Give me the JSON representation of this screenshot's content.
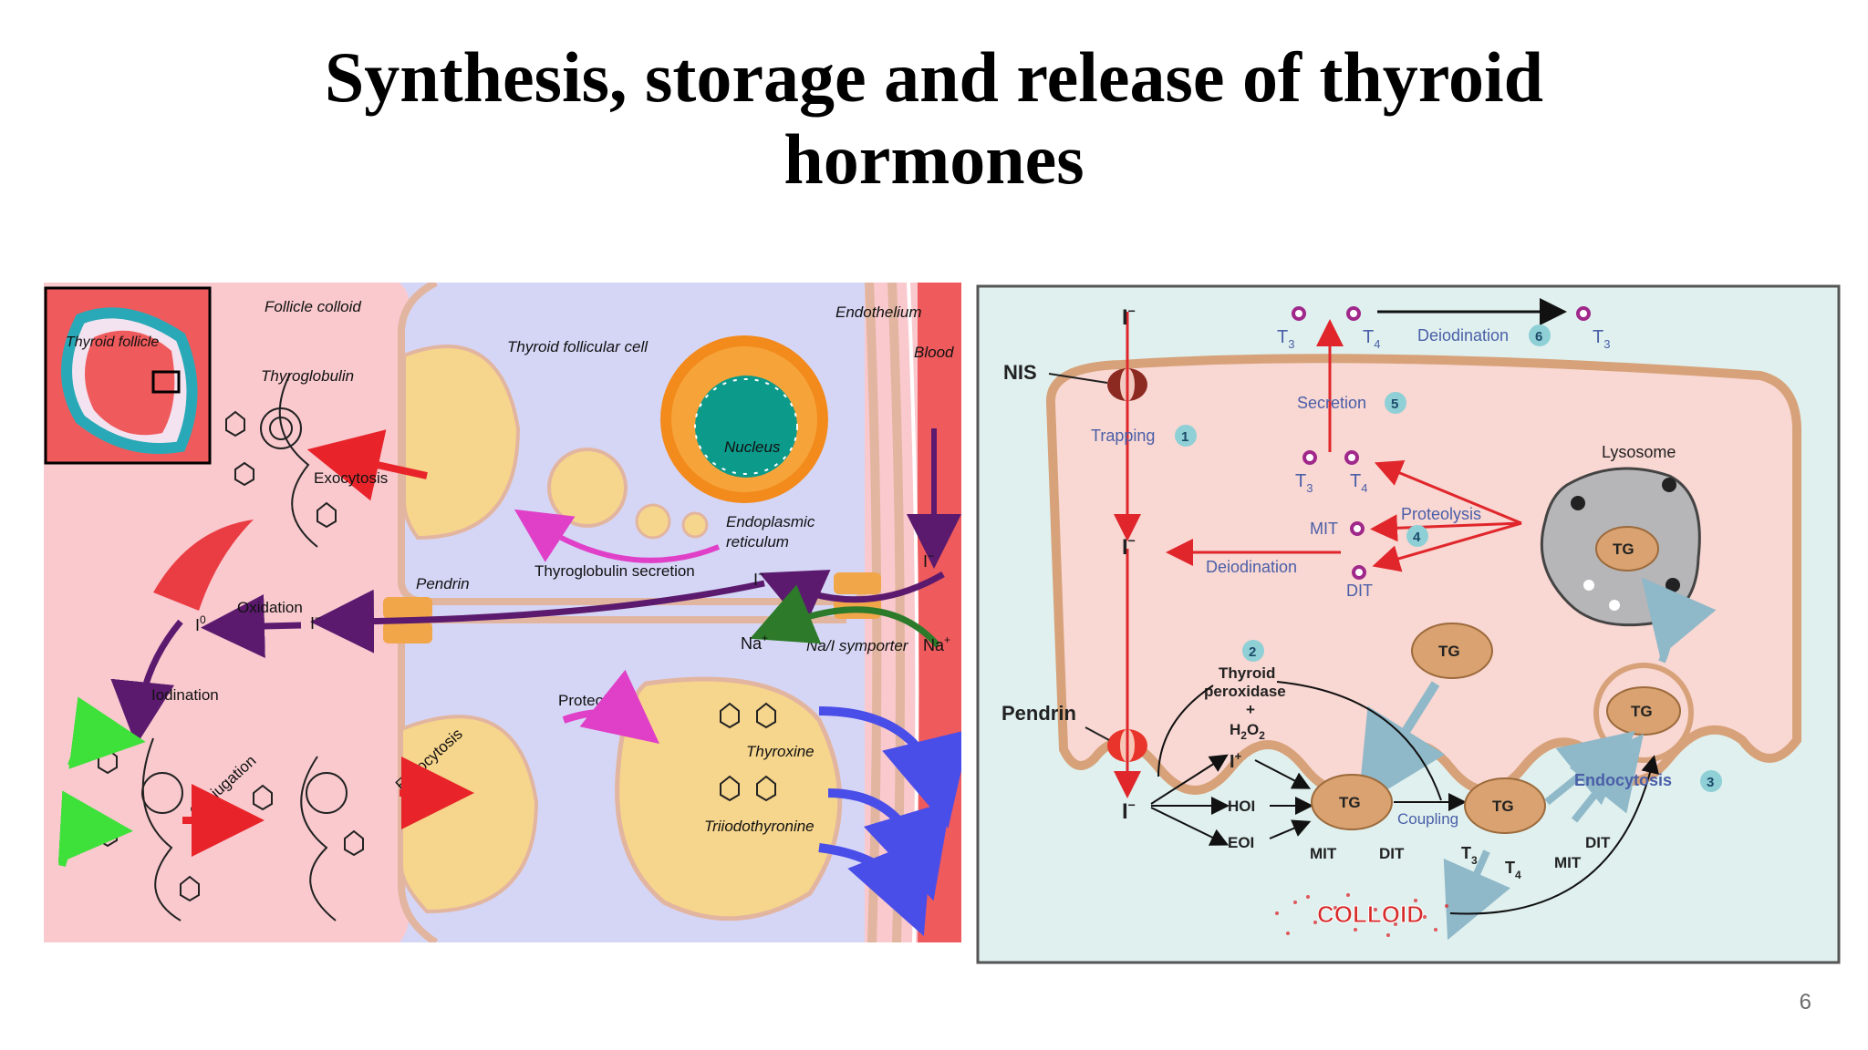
{
  "slide": {
    "title_line1": "Synthesis, storage and release of thyroid",
    "title_line2": "hormones",
    "page_number": "6"
  },
  "left_diagram": {
    "labels": {
      "follicle_colloid": "Follicle colloid",
      "thyroid_follicle": "Thyroid follicle",
      "thyroglobulin": "Thyroglobulin",
      "thyroid_follicular_cell": "Thyroid follicular cell",
      "endothelium": "Endothelium",
      "blood": "Blood",
      "exocytosis": "Exocytosis",
      "nucleus": "Nucleus",
      "endoplasmic_reticulum_1": "Endoplasmic",
      "endoplasmic_reticulum_2": "reticulum",
      "thyroglobulin_secretion": "Thyroglobulin secretion",
      "pendrin": "Pendrin",
      "oxidation": "Oxidation",
      "iodine_atom": "I",
      "iodine_atom_sup": "0",
      "iodide_colloid": "I",
      "iodide_colloid_sup": "−",
      "iodide_cell": "I",
      "iodide_cell_sup": "−",
      "iodide_blood": "I",
      "iodide_blood_sup": "−",
      "sodium_cell": "Na",
      "sodium_cell_sup": "+",
      "sodium_blood": "Na",
      "sodium_blood_sup": "+",
      "nai_symporter": "Na/I symporter",
      "iodination": "Iodination",
      "conjugation": "Conjugation",
      "endocytosis": "Endocytosis",
      "proteolysis": "Proteolysis",
      "thyroxine": "Thyroxine",
      "triiodothyronine": "Triiodothyronine"
    },
    "colors": {
      "colloid": "#f9c9ce",
      "cytoplasm": "#d5d6f6",
      "blood": "#ef5a5c",
      "vesicle": "#f6d58c",
      "membrane": "#e2b5a0"
    }
  },
  "right_diagram": {
    "labels": {
      "iodide_top": "I",
      "iodide_top_sup": "−",
      "iodide_mid": "I",
      "iodide_mid_sup": "−",
      "iodide_bottom": "I",
      "iodide_bottom_sup": "−",
      "nis": "NIS",
      "pendrin": "Pendrin",
      "trapping": "Trapping",
      "step_1": "1",
      "t3_top": "T",
      "t3_top_sub": "3",
      "t4_top": "T",
      "t4_top_sub": "4",
      "deiodination_top": "Deiodination",
      "step_6": "6",
      "t3_right": "T",
      "t3_right_sub": "3",
      "secretion": "Secretion",
      "step_5": "5",
      "t3_mid": "T",
      "t3_mid_sub": "3",
      "t4_mid": "T",
      "t4_mid_sub": "4",
      "lysosome": "Lysosome",
      "mit_mid": "MIT",
      "dit_mid": "DIT",
      "proteolysis": "Proteolysis",
      "step_4": "4",
      "deiodination_mid": "Deiodination",
      "tg": "TG",
      "step_2": "2",
      "thyroid_peroxidase_1": "Thyroid",
      "thyroid_peroxidase_2": "peroxidase",
      "plus": "+",
      "h2o2": "H",
      "h2o2_sub1": "2",
      "h2o2_o": "O",
      "h2o2_sub2": "2",
      "i_plus": "I",
      "i_plus_sup": "+",
      "hoi": "HOI",
      "eoi": "EOI",
      "coupling": "Coupling",
      "mit_bottom": "MIT",
      "dit_bottom": "DIT",
      "t3_bottom": "T",
      "t3_bottom_sub": "3",
      "t4_bottom": "T",
      "t4_bottom_sub": "4",
      "mit_right": "MIT",
      "dit_right": "DIT",
      "endocytosis": "Endocytosis",
      "step_3": "3",
      "colloid": "COLLOID"
    },
    "colors": {
      "background": "#dff0ee",
      "cell": "#f9d7d2",
      "cell_border": "#d7a27a",
      "tg": "#d9a270",
      "arrow_red": "#e0262b",
      "badge": "#8ed0d6",
      "label_blue": "#4a5fa8"
    }
  }
}
